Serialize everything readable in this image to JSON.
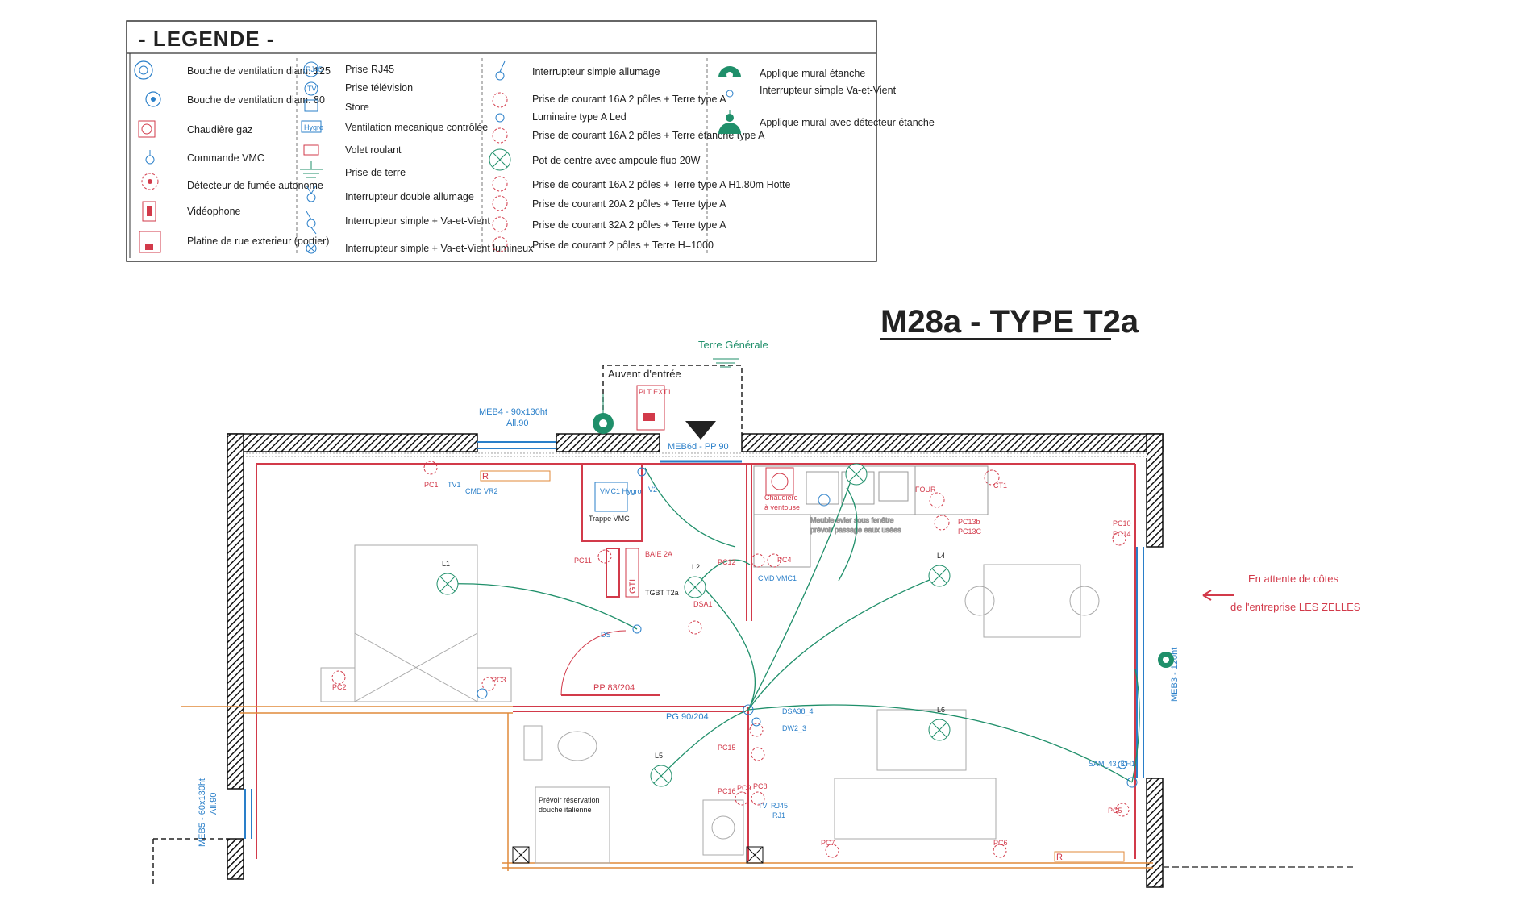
{
  "legend": {
    "title": "- LEGENDE -",
    "col1": [
      "Bouche de ventilation diam. 125",
      "Bouche de ventilation diam. 80",
      "Chaudière gaz",
      "Commande VMC",
      "Détecteur de fumée autonome",
      "Vidéophone",
      "Platine de rue exterieur (portier)"
    ],
    "col2": [
      "Prise RJ45",
      "Prise télévision",
      "Store",
      "Ventilation mecanique contrôlée",
      "Volet roulant",
      "Prise de terre",
      "Interrupteur double allumage",
      "Interrupteur simple + Va-et-Vient",
      "Interrupteur simple + Va-et-Vient lumineux"
    ],
    "col3": [
      "Interrupteur simple allumage",
      "Prise de courant 16A 2 pôles + Terre type A",
      "Luminaire type A Led",
      "Prise de courant 16A 2 pôles + Terre étanche type A",
      "Pot de centre avec ampoule fluo 20W",
      "Prise de courant 16A 2 pôles + Terre type A H1.80m Hotte",
      "Prise de courant 20A 2 pôles + Terre type A",
      "Prise de courant 32A 2 pôles + Terre type A",
      "Prise de courant 2 pôles + Terre H=1000"
    ],
    "col4": [
      "Applique mural étanche",
      "Interrupteur simple Va-et-Vient",
      "Applique mural avec détecteur étanche"
    ],
    "icon_labels": {
      "rj45": "RJ45",
      "tv": "TV",
      "hygro": "Hygro"
    }
  },
  "plan_title": "M28a - TYPE T2a",
  "labels": {
    "terre_generale": "Terre Générale",
    "auvent": "Auvent d'entrée",
    "plt_ext": "PLT EXT1",
    "meb4": "MEB4 - 90x130ht",
    "all90": "All.90",
    "meb6d": "MEB6d - PP 90",
    "chaudiere": "Chaudière",
    "ventouse": "à ventouse",
    "vmc_hygro": "VMC1 Hygro",
    "trappe": "Trappe VMC",
    "gtl": "GTL",
    "tgbt": "TGBT T2a",
    "baie": "BAIE 2A",
    "cmd_vmc": "CMD VMC1",
    "pp83": "PP 83/204",
    "pg90": "PG 90/204",
    "attente1": "En attente de côtes",
    "attente2": "de l'entreprise LES ZELLES",
    "meb3": "MEB3 - 120ht",
    "meb5": "MEB5 - 60x130ht",
    "all90b": "All.90",
    "prevoir1": "Prévoir réservation",
    "prevoir2": "douche italienne",
    "meuble1": "Meuble evier sous fenêtre",
    "meuble2": "prévoir passage eaux usées",
    "four": "FOUR",
    "ct1": "CT1",
    "pc13": "PC13b",
    "pc13c": "PC13C",
    "l1": "L1",
    "l2": "L2",
    "l4": "L4",
    "l5": "L5",
    "l6": "L6",
    "pc1": "PC1",
    "pc2": "PC2",
    "pc3": "PC3",
    "pc4": "PC4",
    "pc5": "PC5",
    "pc6": "PC6",
    "pc7": "PC7",
    "pc8": "PC8",
    "pc9": "PC9",
    "pc10": "PC10",
    "pc11": "PC11",
    "pc12": "PC12",
    "pc14": "PC14",
    "pc15": "PC15",
    "pc16": "PC16",
    "tv1": "TV1",
    "tv": "TV",
    "rj45": "RJ45",
    "rj1": "RJ1",
    "cmd_vr2": "CMD VR2",
    "r": "R",
    "v2": "V2",
    "dsa1": "DSA1",
    "dsa38": "DSA38_4",
    "dw2": "DW2_3",
    "sam": "SAM_43_3",
    "ch1": "CH1",
    "ds": "DS"
  }
}
